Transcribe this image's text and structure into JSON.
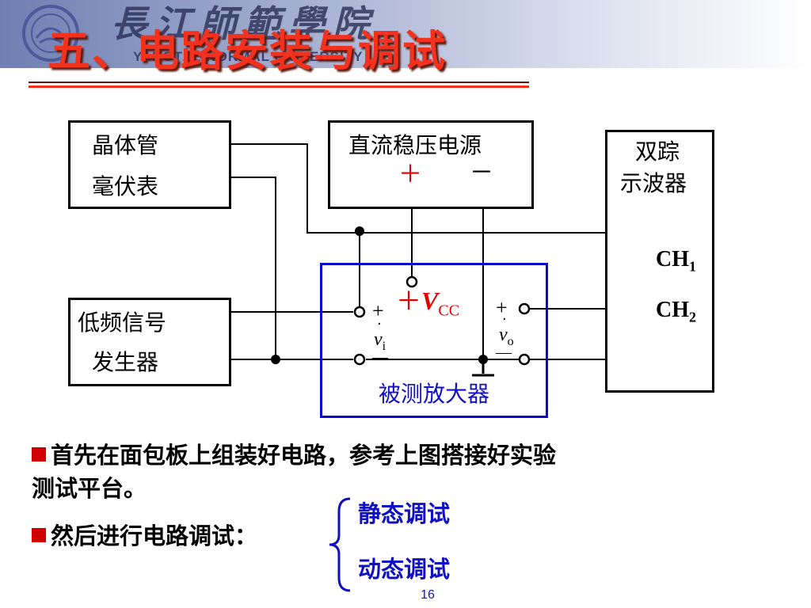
{
  "header": {
    "university_cn": "長江師範學院",
    "university_en": "YANGTZE NORMAL UNIVERSITY",
    "title": "五、电路安装与调试"
  },
  "diagram": {
    "transistor_meter": {
      "line1": "晶体管",
      "line2": "毫伏表"
    },
    "dc_power": {
      "label": "直流稳压电源",
      "plus": "＋",
      "minus": "－"
    },
    "oscilloscope": {
      "line1": "双踪",
      "line2": "示波器",
      "ch1": "CH",
      "ch1_sub": "1",
      "ch2": "CH",
      "ch2_sub": "2"
    },
    "signal_generator": {
      "line1": "低频信号",
      "line2": "发生器"
    },
    "amplifier": {
      "label": "被测放大器",
      "vcc_plus": "＋",
      "vcc": "V",
      "vcc_sub": "CC",
      "in_plus": "+",
      "in_minus": "—",
      "vi": "v",
      "vi_sub": "i",
      "out_plus": "+",
      "out_minus": "—",
      "vo": "v",
      "vo_sub": "o"
    },
    "colors": {
      "wire": "#000000",
      "amplifier_border": "#0a0ad0",
      "vcc": "#e00000",
      "accent_text": "#1010c0"
    }
  },
  "text": {
    "bullet1_line1": "首先在面包板上组装好电路，参考上图搭接好实验",
    "bullet1_line2": "测试平台。",
    "bullet2": "然后进行电路调试：",
    "brace_items": [
      "静态调试",
      "动态调试"
    ]
  },
  "page_number": "16"
}
